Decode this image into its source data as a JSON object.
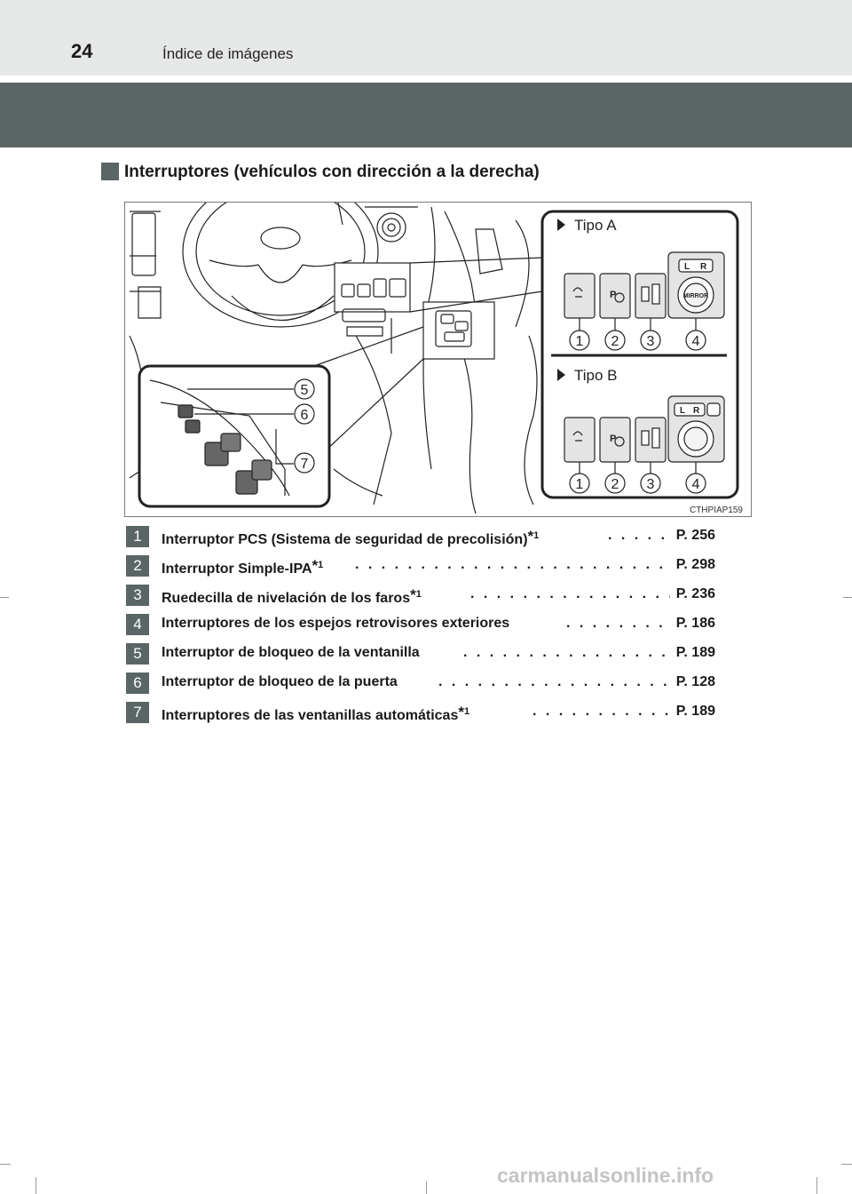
{
  "header": {
    "page_number": "24",
    "running_title": "Índice de imágenes"
  },
  "section": {
    "title": "Interruptores (vehículos con dirección a la derecha)"
  },
  "figure": {
    "type_a_label": "Tipo A",
    "type_b_label": "Tipo B",
    "mirror_text": "MIRROR",
    "lr_left": "L",
    "lr_right": "R",
    "callouts_a": [
      "1",
      "2",
      "3",
      "4"
    ],
    "callouts_b": [
      "1",
      "2",
      "3",
      "4"
    ],
    "callouts_door": [
      "5",
      "6",
      "7"
    ],
    "image_code": "CTHPIAP159"
  },
  "items": [
    {
      "num": "1",
      "label": "Interruptor PCS (Sistema de seguridad de precolisión)",
      "sup": "1",
      "ref": "P. 256"
    },
    {
      "num": "2",
      "label": "Interruptor Simple-IPA",
      "sup": "1",
      "ref": "P. 298"
    },
    {
      "num": "3",
      "label": "Ruedecilla de nivelación de los faros",
      "sup": "1",
      "ref": "P. 236"
    },
    {
      "num": "4",
      "label": "Interruptores de los espejos retrovisores exteriores",
      "sup": "",
      "ref": "P. 186"
    },
    {
      "num": "5",
      "label": "Interruptor de bloqueo de la ventanilla",
      "sup": "",
      "ref": "P. 189"
    },
    {
      "num": "6",
      "label": "Interruptor de bloqueo de la puerta",
      "sup": "",
      "ref": "P. 128"
    },
    {
      "num": "7",
      "label": "Interruptores de las ventanillas automáticas",
      "sup": "1",
      "ref": "P. 189"
    }
  ],
  "footnote_marker": "*",
  "watermark": "carmanualsonline.info",
  "colors": {
    "band": "#5a6566",
    "header_bg": "#e6e8e7"
  }
}
